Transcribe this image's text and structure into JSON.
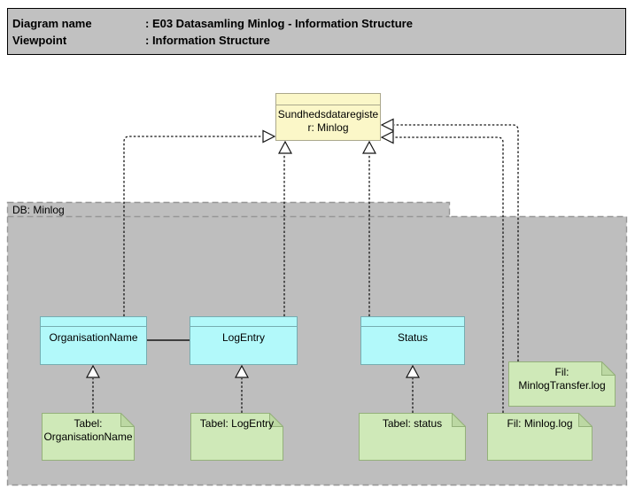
{
  "header": {
    "rows": [
      {
        "label": "Diagram name",
        "value": ": E03 Datasamling Minlog - Information Structure"
      },
      {
        "label": "Viewpoint",
        "value": ": Information Structure"
      }
    ]
  },
  "register": {
    "full_name": "Sundhedsdataregister: Minlog",
    "line1": "Sundhedsdataregiste",
    "line2": "r: Minlog"
  },
  "container": {
    "label": "DB: Minlog"
  },
  "entities": [
    {
      "label": "OrganisationName"
    },
    {
      "label": "LogEntry"
    },
    {
      "label": "Status"
    }
  ],
  "notes": [
    {
      "lines": [
        "Tabel:",
        "OrganisationName"
      ]
    },
    {
      "lines": [
        "Tabel: LogEntry"
      ]
    },
    {
      "lines": [
        "Tabel: status"
      ]
    },
    {
      "lines": [
        "Fil: Minlog.log"
      ]
    },
    {
      "lines": [
        "Fil:",
        "MinlogTransfer.log"
      ]
    }
  ],
  "colors": {
    "title_block_bg": "#c1c1c1",
    "group_fill": "#bebebe",
    "group_border": "#969696",
    "register_fill": "#fbf7c8",
    "register_border": "#aba88c",
    "entity_fill": "#b2f9fa",
    "entity_border": "#76adb1",
    "note_fill": "#cfe9b8",
    "note_fold": "#bcd8a3",
    "note_border": "#94b17a",
    "connector": "#141414"
  }
}
